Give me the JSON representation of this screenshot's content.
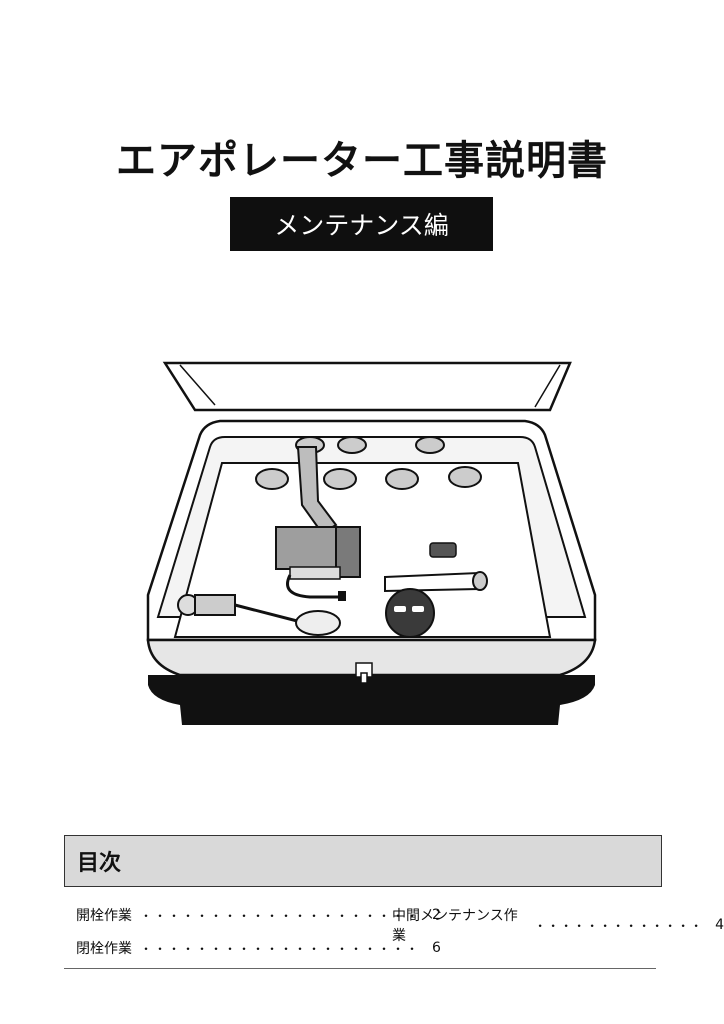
{
  "title": "エアポレーター工事説明書",
  "subtitle": "メンテナンス編",
  "toc": {
    "header": "目次",
    "entries": [
      {
        "label": "開栓作業",
        "page": "2"
      },
      {
        "label": "閉栓作業",
        "page": "6"
      },
      {
        "label": "中間メンテナンス作業",
        "page": "4"
      }
    ],
    "leader": "・・・・・・・・・・・・・・・・・・・・"
  }
}
